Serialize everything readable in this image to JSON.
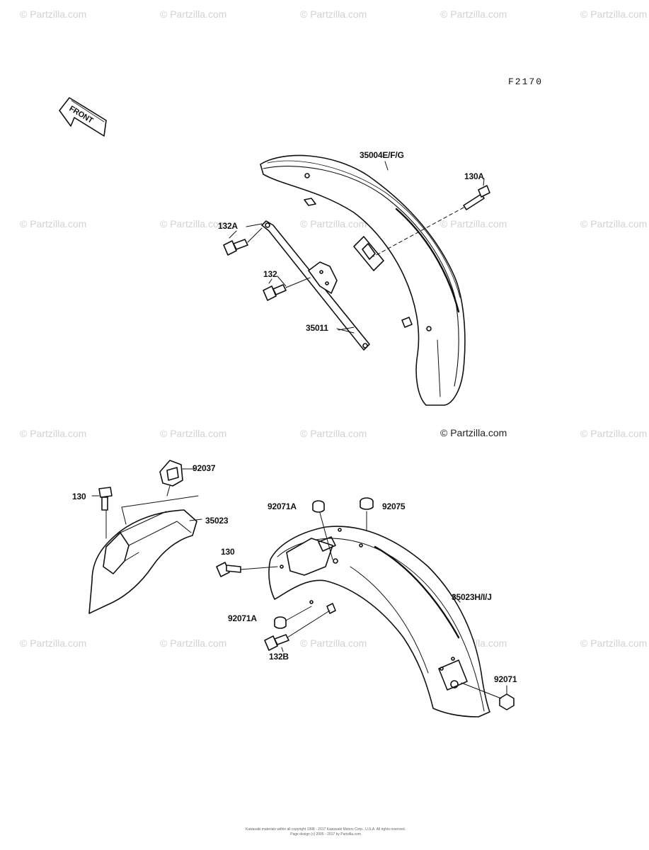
{
  "diagram": {
    "figure_code": "F2170",
    "front_label": "FRONT",
    "watermark": "© Partzilla.com",
    "copyright_mark": "© Partzilla.com",
    "footer": {
      "line1": "Kawasaki materials within all copyright 1998 - 2017 Kawasaki Motors Corp., U.S.A. All rights reserved.",
      "line2": "Page design (c) 2005 - 2017 by Partzilla.com"
    },
    "parts": [
      {
        "id": "35004efg",
        "label": "35004E/F/G"
      },
      {
        "id": "130a",
        "label": "130A"
      },
      {
        "id": "132a",
        "label": "132A"
      },
      {
        "id": "132",
        "label": "132"
      },
      {
        "id": "35011",
        "label": "35011"
      },
      {
        "id": "92037",
        "label": "92037"
      },
      {
        "id": "130-upper",
        "label": "130"
      },
      {
        "id": "35023",
        "label": "35023"
      },
      {
        "id": "92071a-upper",
        "label": "92071A"
      },
      {
        "id": "92075",
        "label": "92075"
      },
      {
        "id": "130-lower",
        "label": "130"
      },
      {
        "id": "35023hij",
        "label": "35023H/I/J"
      },
      {
        "id": "92071a-lower",
        "label": "92071A"
      },
      {
        "id": "132b",
        "label": "132B"
      },
      {
        "id": "92071",
        "label": "92071"
      }
    ]
  }
}
